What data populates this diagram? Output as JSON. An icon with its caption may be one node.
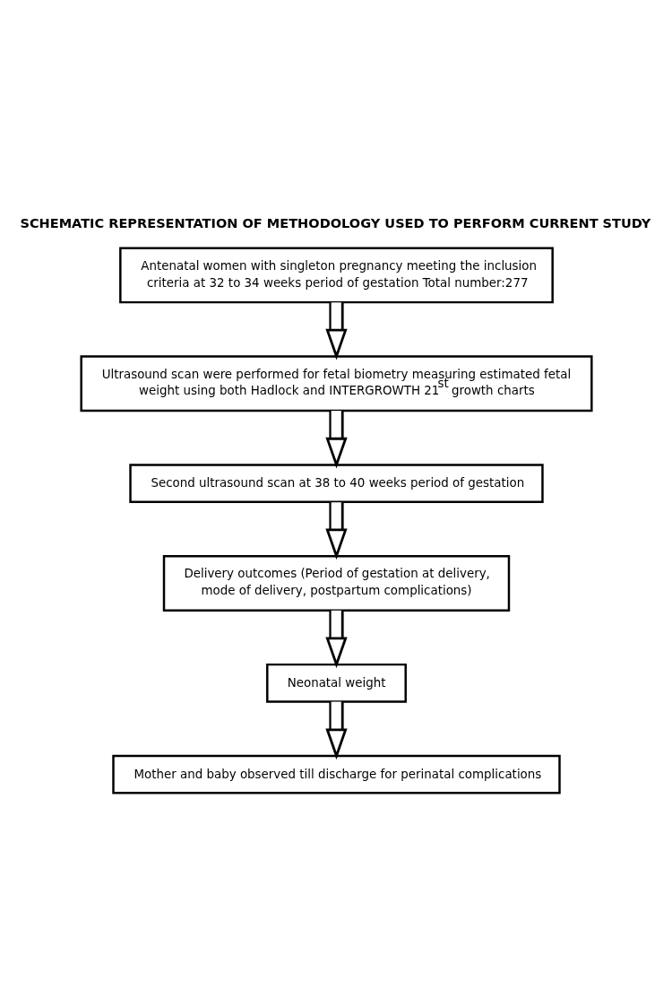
{
  "diagram": {
    "title": "SCHEMATIC REPRESENTATION OF METHODOLOGY USED TO PERFORM CURRENT STUDY",
    "nodes": [
      {
        "text": [
          "Antenatal women with singleton pregnancy meeting the inclusion criteria at 32 to 34 weeks period of gestation Total number:277"
        ]
      },
      {
        "text": [
          "Ultrasound scan were performed for fetal biometry measuring estimated fetal weight using both Hadlock and INTERGROWTH 21$^{st}$ growth charts"
        ]
      },
      {
        "text": [
          "Second ultrasound scan at 38 to 40 weeks period of gestation"
        ]
      },
      {
        "text": [
          "Delivery outcomes (Period of gestation at delivery, mode of delivery, postpartum complications)"
        ]
      },
      {
        "text": [
          "Neonatal weight"
        ]
      },
      {
        "text": [
          "Mother and baby observed till discharge for perinatal complications"
        ]
      }
    ],
    "edges": [
      {
        "from": 0,
        "to": 1,
        "arrow": "to"
      },
      {
        "from": 1,
        "to": 2,
        "arrow": "to"
      },
      {
        "from": 2,
        "to": 3,
        "arrow": "to"
      },
      {
        "from": 3,
        "to": 4,
        "arrow": "to"
      },
      {
        "from": 4,
        "to": 5,
        "arrow": "to"
      }
    ]
  }
}
